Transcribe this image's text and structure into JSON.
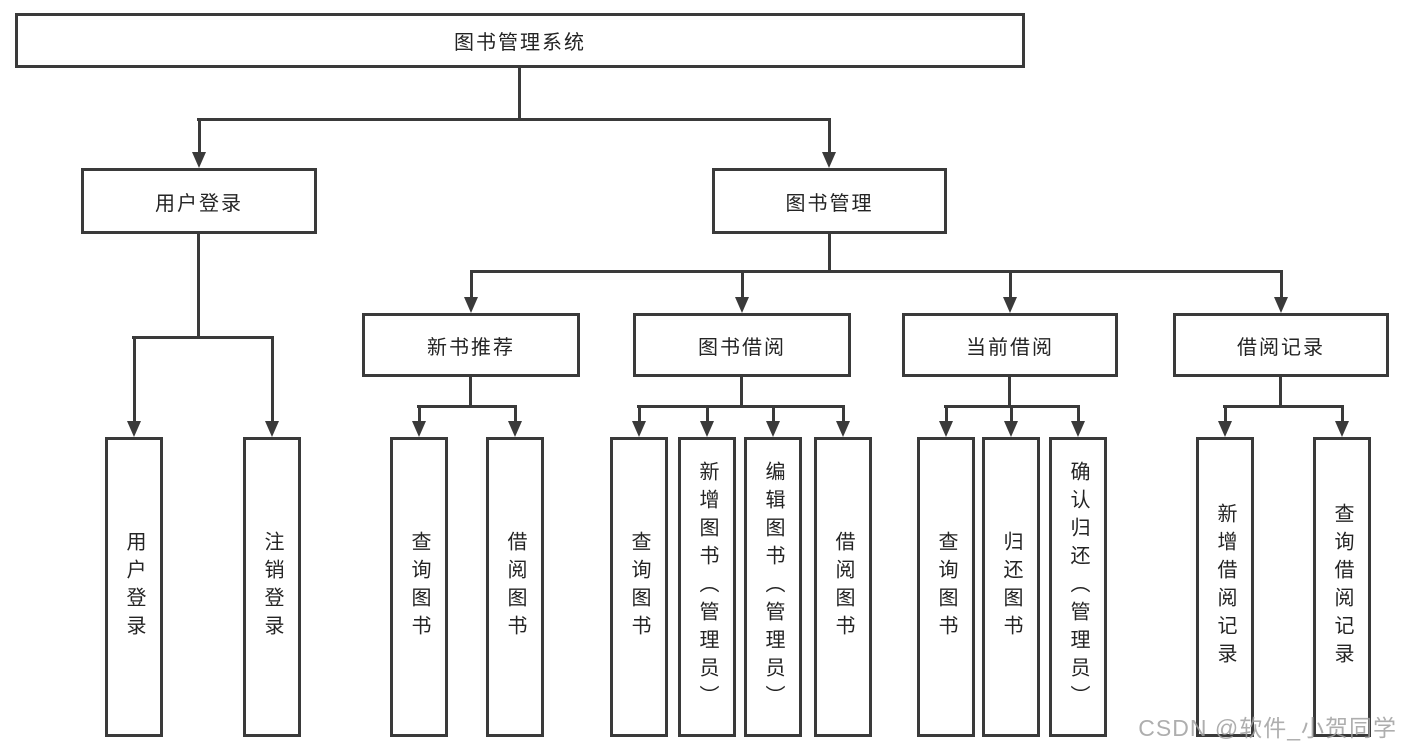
{
  "diagram": {
    "title": "图书管理系统",
    "root": {
      "label": "图书管理系统"
    },
    "branches": [
      {
        "label": "用户登录",
        "children": [
          {
            "label": "用户登录"
          },
          {
            "label": "注销登录"
          }
        ]
      },
      {
        "label": "图书管理",
        "sections": [
          {
            "label": "新书推荐",
            "children": [
              {
                "label": "查询图书"
              },
              {
                "label": "借阅图书"
              }
            ]
          },
          {
            "label": "图书借阅",
            "children": [
              {
                "label": "查询图书"
              },
              {
                "label": "新增图书（管理员）"
              },
              {
                "label": "编辑图书（管理员）"
              },
              {
                "label": "借阅图书"
              }
            ]
          },
          {
            "label": "当前借阅",
            "children": [
              {
                "label": "查询图书"
              },
              {
                "label": "归还图书"
              },
              {
                "label": "确认归还（管理员）"
              }
            ]
          },
          {
            "label": "借阅记录",
            "children": [
              {
                "label": "新增借阅记录"
              },
              {
                "label": "查询借阅记录"
              }
            ]
          }
        ]
      }
    ]
  },
  "watermark": {
    "text": "CSDN @软件_小贺同学"
  },
  "colors": {
    "line": "#3a3a3a",
    "text": "#242424",
    "watermark": "#a0a0a0",
    "background": "#ffffff"
  }
}
